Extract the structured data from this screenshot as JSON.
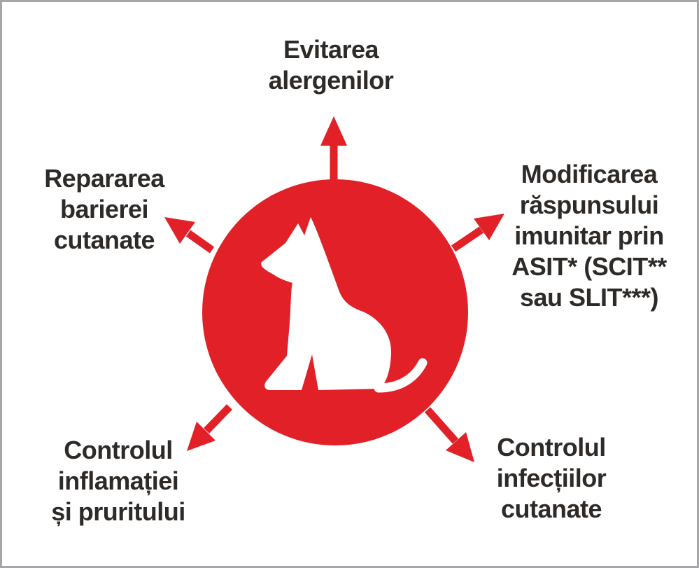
{
  "diagram": {
    "center_icon": "sitting-dog-silhouette",
    "labels": {
      "top": {
        "lines": [
          "Evitarea",
          "alergenilor"
        ]
      },
      "upper_left": {
        "lines": [
          "Repararea",
          "barierei",
          "cutanate"
        ]
      },
      "upper_right": {
        "lines": [
          "Modificarea",
          "răspunsului",
          "imunitar prin",
          "ASIT* (SCIT**",
          "sau SLIT***)"
        ]
      },
      "lower_left": {
        "lines": [
          "Controlul",
          "inflamației",
          "și pruritului"
        ]
      },
      "lower_right": {
        "lines": [
          "Controlul",
          "infecțiilor",
          "cutanate"
        ]
      }
    },
    "colors": {
      "accent_red": "#E12127",
      "text": "#2E2A27",
      "background": "#FFFFFF",
      "border": "#A6A6A8"
    }
  }
}
